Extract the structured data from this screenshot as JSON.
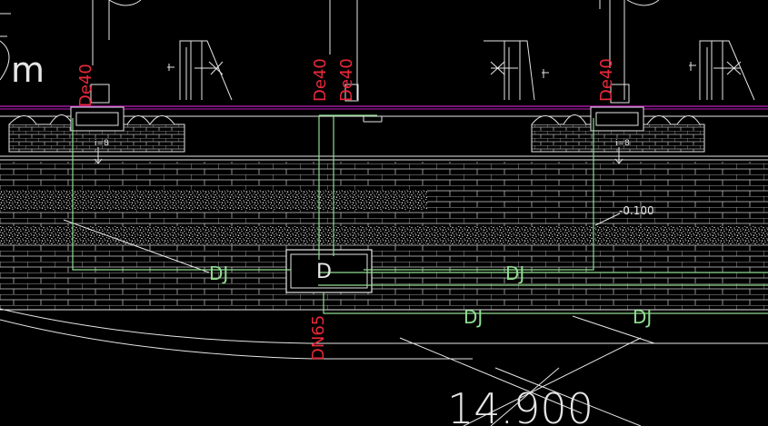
{
  "canvas": {
    "background": "#000000"
  },
  "colors": {
    "pipe": "#8fdc8f",
    "label_red": "#e8283a",
    "linework": "#e6e6e6",
    "floor_line": "#c21ec2",
    "brick": "#cfcfcf"
  },
  "labels": {
    "pipe_size_1": "De40",
    "pipe_size_2": "De40",
    "pipe_size_3": "De40",
    "pipe_size_4": "De40",
    "drain_size": "DN65",
    "pipe_code_1": "DJ",
    "pipe_code_2": "DJ",
    "pipe_code_3": "DJ",
    "pipe_code_4": "DJ",
    "elevation_mark": "-0.100",
    "slope_1": "i=8",
    "slope_2": "i=8",
    "level_value": "14.900",
    "pit_letter": "D",
    "partial_letter": "m",
    "tick_mark": "Ŧ"
  }
}
